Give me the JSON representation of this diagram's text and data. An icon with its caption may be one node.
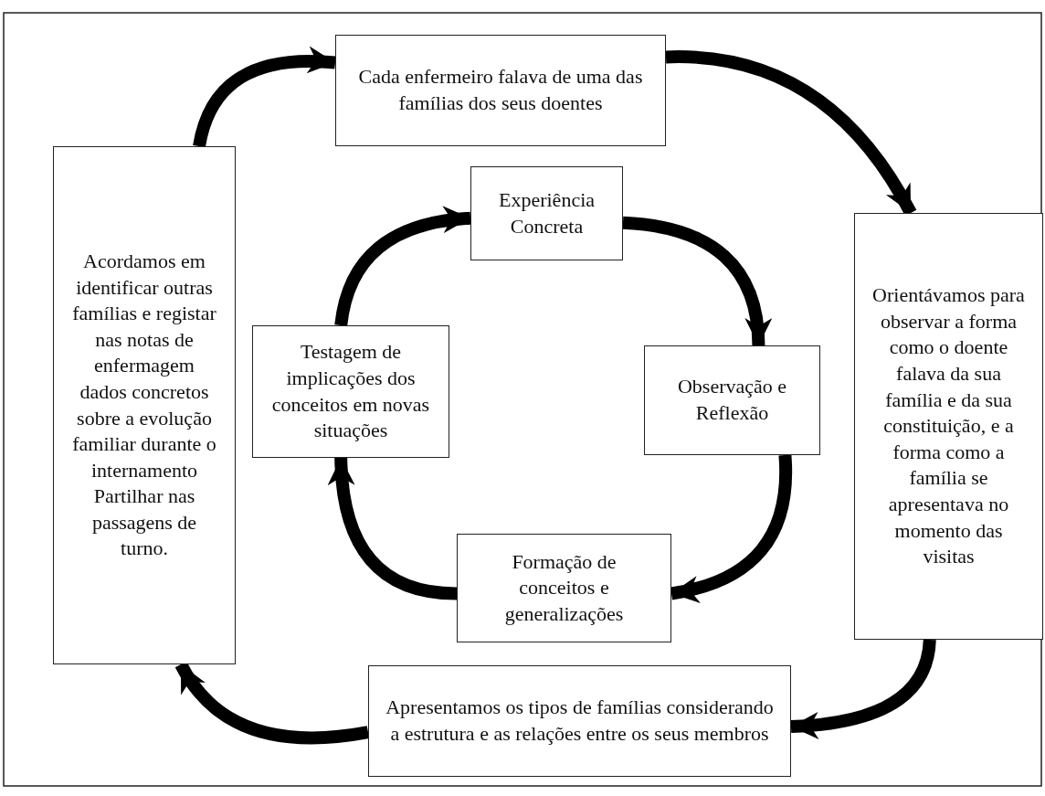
{
  "diagram": {
    "nodes": [
      {
        "text": [
          "Cada enfermeiro falava de uma das famílias dos seus doentes"
        ]
      },
      {
        "text": [
          "Orientávamos para observar a forma como o doente falava da sua família e da sua constituição, e a forma como a família se apresentava no momento das visitas"
        ]
      },
      {
        "text": [
          "Apresentamos os tipos de famílias considerando a estrutura e as relações entre os seus membros"
        ]
      },
      {
        "text": [
          "Acordamos em identificar outras famílias e registar nas notas de enfermagem dados concretos sobre a evolução familiar durante o internamento Partilhar nas passagens de turno."
        ]
      },
      {
        "text": [
          "Experiência Concreta"
        ]
      },
      {
        "text": [
          "Observação e Reflexão"
        ]
      },
      {
        "text": [
          "Formação de conceitos e generalizações"
        ]
      },
      {
        "text": [
          "Testagem de implicações dos conceitos em novas situações"
        ]
      }
    ],
    "edges": [
      {
        "from": 0,
        "to": 1,
        "arrow": "to"
      },
      {
        "from": 1,
        "to": 2,
        "arrow": "to"
      },
      {
        "from": 2,
        "to": 3,
        "arrow": "to"
      },
      {
        "from": 3,
        "to": 0,
        "arrow": "to"
      },
      {
        "from": 4,
        "to": 5,
        "arrow": "to"
      },
      {
        "from": 5,
        "to": 6,
        "arrow": "to"
      },
      {
        "from": 6,
        "to": 7,
        "arrow": "to"
      },
      {
        "from": 7,
        "to": 4,
        "arrow": "to"
      }
    ]
  }
}
